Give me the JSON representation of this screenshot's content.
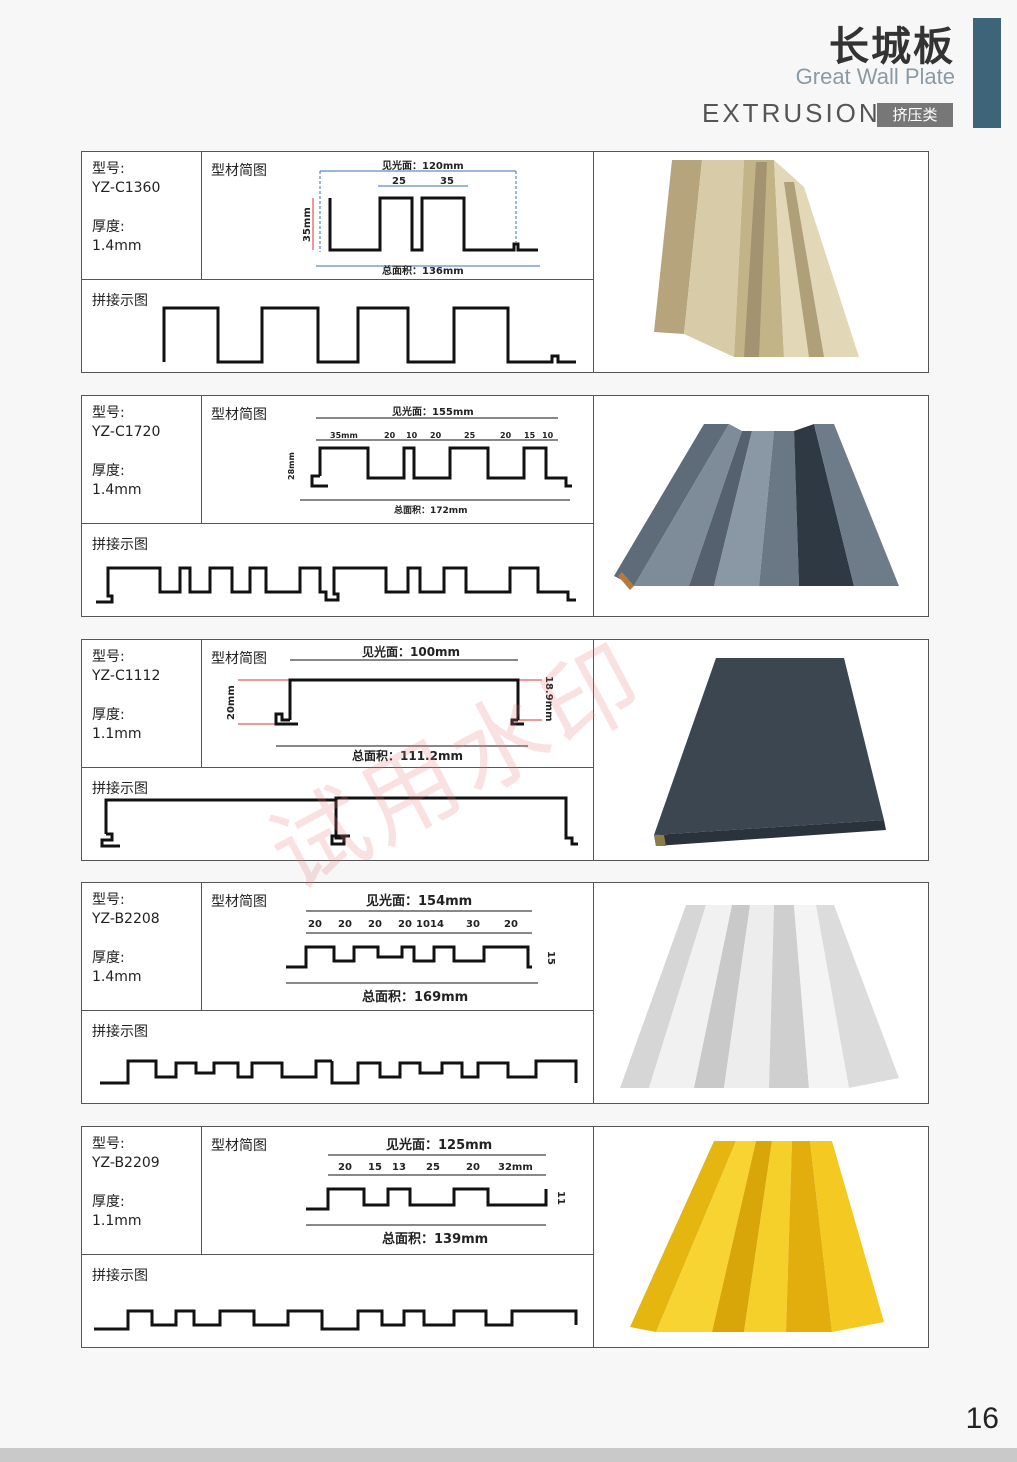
{
  "header": {
    "title_cn": "长城板",
    "title_en": "Great Wall Plate",
    "category": "EXTRUSION",
    "category_tag": "挤压类"
  },
  "labels": {
    "model": "型号:",
    "thickness": "厚度:",
    "profile": "型材简图",
    "splice": "拼接示图"
  },
  "products": [
    {
      "model": "YZ-C1360",
      "thickness": "1.4mm",
      "color": "#cbbd95",
      "dims": {
        "visible": "见光面：120mm",
        "total": "总面积：136mm",
        "height": "35mm",
        "segments": [
          "25",
          "35"
        ]
      }
    },
    {
      "model": "YZ-C1720",
      "thickness": "1.4mm",
      "color": "#6e7c8a",
      "dims": {
        "visible": "见光面：155mm",
        "total": "总面积：172mm",
        "height": "28mm",
        "segments": [
          "35mm",
          "20",
          "10",
          "20",
          "25",
          "20",
          "15",
          "10"
        ]
      }
    },
    {
      "model": "YZ-C1112",
      "thickness": "1.1mm",
      "color": "#3b4650",
      "dims": {
        "visible": "见光面：100mm",
        "total": "总面积：111.2mm",
        "height": "20mm",
        "height_right": "18.9mm",
        "segments": []
      }
    },
    {
      "model": "YZ-B2208",
      "thickness": "1.4mm",
      "color": "#e4e4e4",
      "dims": {
        "visible": "见光面：154mm",
        "total": "总面积：169mm",
        "height": "15",
        "segments": [
          "20",
          "20",
          "20",
          "20",
          "10",
          "14",
          "30",
          "20"
        ]
      }
    },
    {
      "model": "YZ-B2209",
      "thickness": "1.1mm",
      "color": "#f0c61c",
      "dims": {
        "visible": "见光面：125mm",
        "total": "总面积：139mm",
        "height": "11",
        "segments": [
          "20",
          "15",
          "13",
          "25",
          "20",
          "32mm"
        ]
      }
    }
  ],
  "watermark": "试用水印",
  "page_number": "16"
}
